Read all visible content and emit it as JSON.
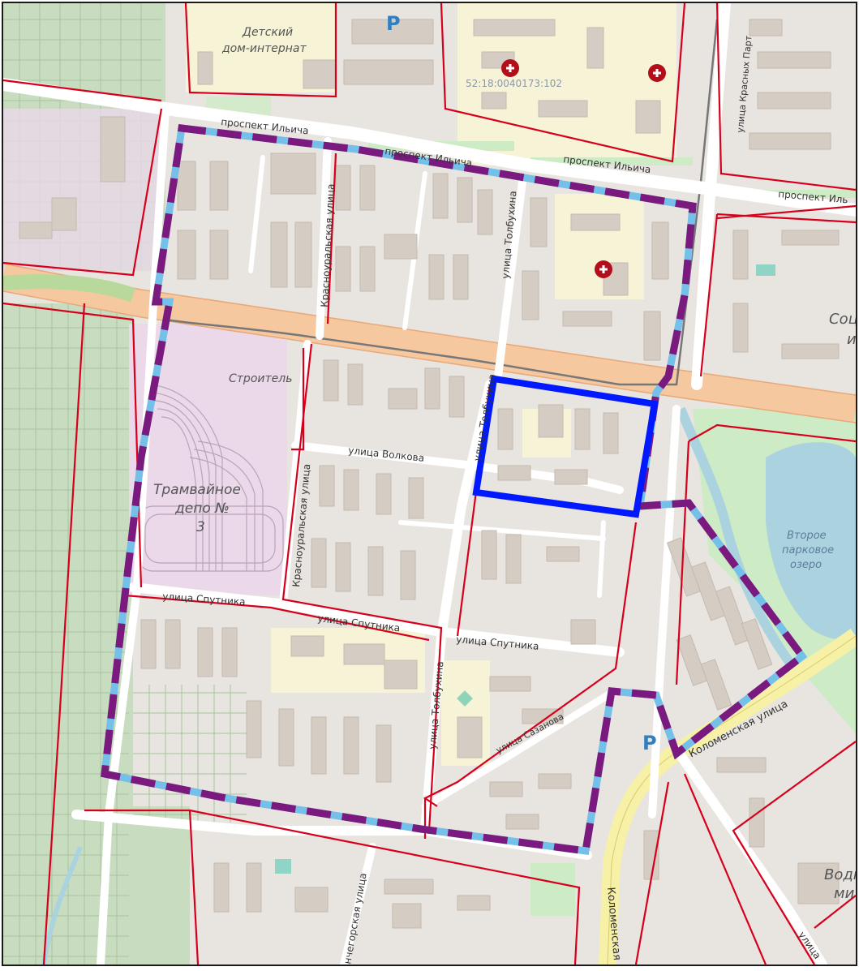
{
  "map": {
    "colors": {
      "background": "#e8e4e0",
      "cemetery": "#c8dcc0",
      "park": "#cdebc5",
      "water": "#abd3df",
      "institutional": "#f6f3d6",
      "depot": "#ebd9ea",
      "highway": "#f6c8a0",
      "parcel_line": "#d6001c",
      "dashed_boundary": "#7b1a7e",
      "dashed_outline": "#74c0e8",
      "highlight_boundary": "#0019ff",
      "hospital": "#b20f1a"
    },
    "labels": {
      "children_home_1": "Детский",
      "children_home_2": "дом-интернат",
      "parking_top": "P",
      "parking_bottom": "P",
      "cadastral": "52:18:0040173:102",
      "ilyicha_1": "проспект Ильича",
      "ilyicha_2": "проспект Ильича",
      "ilyicha_3": "проспект Ильича",
      "ilyicha_4": "проспект Иль",
      "krasnykh_partizan": "улица Красных Парт",
      "krasnouralskaya_1": "Красноуральская улица",
      "krasnouralskaya_2": "Красноуральская улица",
      "tolbukhina_1": "улица Толбухина",
      "tolbukhina_2": "улица Толбухина",
      "tolbukhina_3": "улица Толбухина",
      "stroitel": "Строитель",
      "volkova": "улица Волкова",
      "depot_1": "Трамвайное",
      "depot_2": "депо №",
      "depot_3": "3",
      "sputnika_1": "улица Спутника",
      "sputnika_2": "улица Спутника",
      "sputnika_3": "улица Спутника",
      "sazanova": "улица Сазанова",
      "lake_1": "Второе",
      "lake_2": "парковое",
      "lake_3": "озеро",
      "kolomenskaya_1": "Коломенская улица",
      "kolomenskaya_2": "Коломенская",
      "socz_1": "Соци",
      "socz_2": "и",
      "vodn_1": "Водн",
      "vodn_2": "ми",
      "chegorskaya": "нчегорская улица",
      "ulica_right": "улица"
    }
  }
}
